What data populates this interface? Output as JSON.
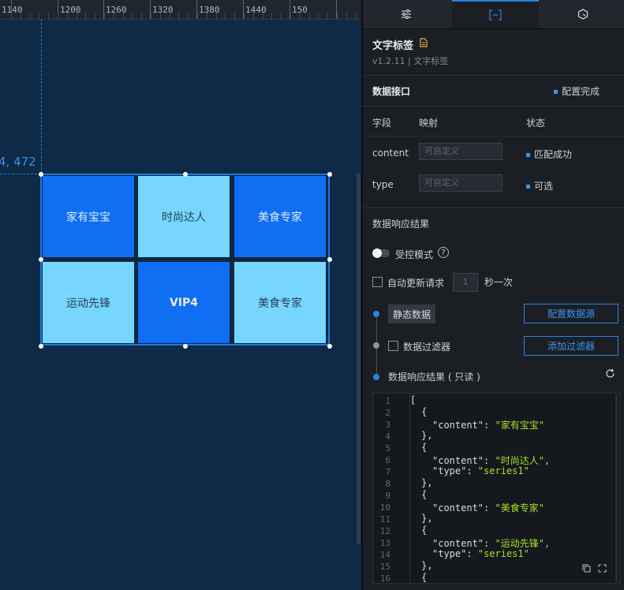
{
  "ruler": {
    "labels": [
      "1140",
      "1200",
      "1260",
      "1320",
      "1380",
      "1440",
      "150"
    ]
  },
  "canvas": {
    "coord_label": "4, 472"
  },
  "widget": {
    "cells": [
      {
        "text": "家有宝宝",
        "style": "dark"
      },
      {
        "text": "时尚达人",
        "style": "light"
      },
      {
        "text": "美食专家",
        "style": "dark"
      },
      {
        "text": "运动先锋",
        "style": "light"
      },
      {
        "text": "VIP4",
        "style": "dark"
      },
      {
        "text": "美食专家",
        "style": "light"
      }
    ],
    "colors": {
      "dark": "#0f6ef2",
      "light": "#76d6ff",
      "border": "#1d7ae0"
    }
  },
  "panel": {
    "tabs": [
      {
        "icon": "sliders-icon",
        "active": false
      },
      {
        "icon": "data-interface-icon",
        "active": true
      },
      {
        "icon": "interaction-icon",
        "active": false
      }
    ],
    "component_title": "文字标签",
    "component_sub": "v1.2.11 | 文字标签",
    "data_interface": {
      "title": "数据接口",
      "status": "配置完成"
    },
    "field_table": {
      "headers": {
        "field": "字段",
        "mapping": "映射",
        "status": "状态"
      },
      "rows": [
        {
          "field": "content",
          "placeholder": "可自定义",
          "status": "匹配成功"
        },
        {
          "field": "type",
          "placeholder": "可自定义",
          "status": "可选"
        }
      ]
    },
    "response_title": "数据响应结果",
    "controlled_mode": "受控模式",
    "auto_update": {
      "label": "自动更新请求",
      "value": "1",
      "unit": "秒一次"
    },
    "steps": {
      "static_data": "静态数据",
      "config_source_btn": "配置数据源",
      "filter_label": "数据过滤器",
      "add_filter_btn": "添加过滤器",
      "readonly_label": "数据响应结果 ( 只读 )"
    },
    "accent": "#2a82e4"
  },
  "editor": {
    "line_numbers": [
      "1",
      "2",
      "3",
      "4",
      "5",
      "6",
      "7",
      "8",
      "9",
      "10",
      "11",
      "12",
      "13",
      "14",
      "15",
      "16"
    ],
    "lines": [
      {
        "indent": 0,
        "key": "[",
        "val": ""
      },
      {
        "indent": 1,
        "key": "{",
        "val": ""
      },
      {
        "indent": 2,
        "key": "\"content\": ",
        "val": "\"家有宝宝\""
      },
      {
        "indent": 1,
        "key": "},",
        "val": ""
      },
      {
        "indent": 1,
        "key": "{",
        "val": ""
      },
      {
        "indent": 2,
        "key": "\"content\": ",
        "val": "\"时尚达人\","
      },
      {
        "indent": 2,
        "key": "\"type\": ",
        "val": "\"series1\""
      },
      {
        "indent": 1,
        "key": "},",
        "val": ""
      },
      {
        "indent": 1,
        "key": "{",
        "val": ""
      },
      {
        "indent": 2,
        "key": "\"content\": ",
        "val": "\"美食专家\""
      },
      {
        "indent": 1,
        "key": "},",
        "val": ""
      },
      {
        "indent": 1,
        "key": "{",
        "val": ""
      },
      {
        "indent": 2,
        "key": "\"content\": ",
        "val": "\"运动先锋\","
      },
      {
        "indent": 2,
        "key": "\"type\": ",
        "val": "\"series1\""
      },
      {
        "indent": 1,
        "key": "},",
        "val": ""
      },
      {
        "indent": 1,
        "key": "{",
        "val": ""
      }
    ]
  }
}
